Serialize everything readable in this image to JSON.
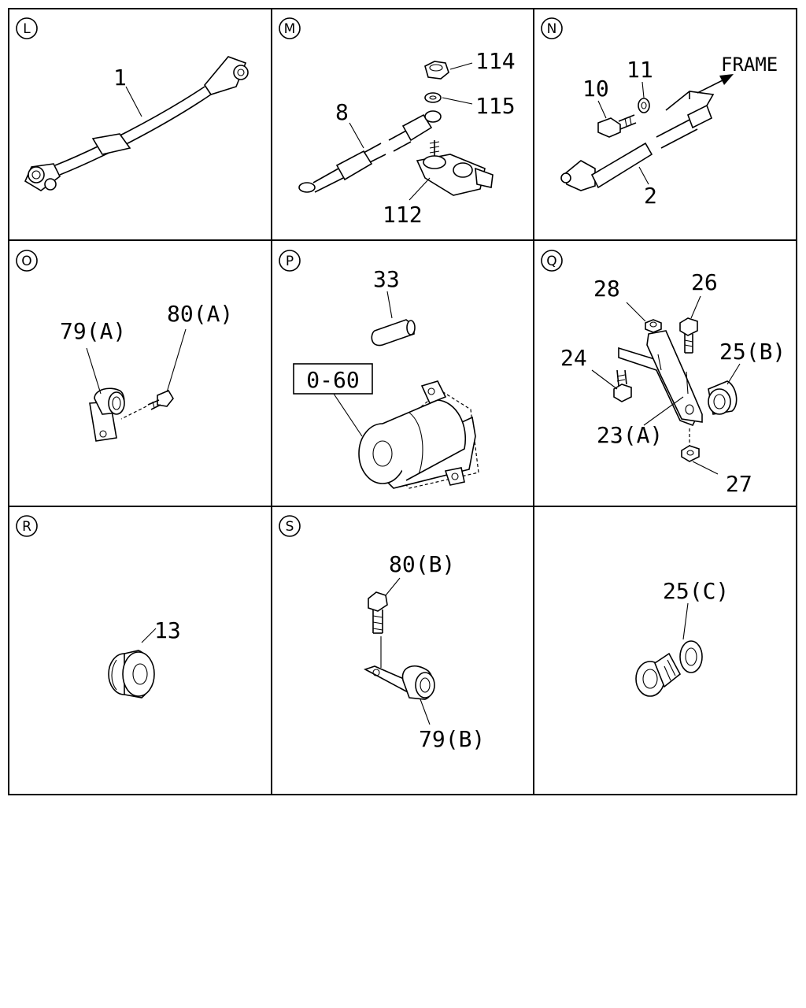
{
  "panels": [
    {
      "letter": "L",
      "callouts": [
        {
          "id": "c1",
          "text": "1"
        }
      ]
    },
    {
      "letter": "M",
      "callouts": [
        {
          "id": "c8",
          "text": "8"
        },
        {
          "id": "c114",
          "text": "114"
        },
        {
          "id": "c115",
          "text": "115"
        },
        {
          "id": "c112",
          "text": "112"
        }
      ]
    },
    {
      "letter": "N",
      "callouts": [
        {
          "id": "c10",
          "text": "10"
        },
        {
          "id": "c11",
          "text": "11"
        },
        {
          "id": "c2",
          "text": "2"
        }
      ],
      "frame_label": "FRAME"
    },
    {
      "letter": "O",
      "callouts": [
        {
          "id": "c79a",
          "text": "79(A)"
        },
        {
          "id": "c80a",
          "text": "80(A)"
        }
      ]
    },
    {
      "letter": "P",
      "callouts": [
        {
          "id": "c33",
          "text": "33"
        }
      ],
      "ref_box": "0-60"
    },
    {
      "letter": "Q",
      "callouts": [
        {
          "id": "c28",
          "text": "28"
        },
        {
          "id": "c26",
          "text": "26"
        },
        {
          "id": "c24",
          "text": "24"
        },
        {
          "id": "c25b",
          "text": "25(B)"
        },
        {
          "id": "c23a",
          "text": "23(A)"
        },
        {
          "id": "c27",
          "text": "27"
        }
      ]
    },
    {
      "letter": "R",
      "callouts": [
        {
          "id": "c13",
          "text": "13"
        }
      ]
    },
    {
      "letter": "S",
      "callouts": [
        {
          "id": "c80b",
          "text": "80(B)"
        },
        {
          "id": "c79b",
          "text": "79(B)"
        }
      ]
    },
    {
      "letter": "",
      "callouts": [
        {
          "id": "c25c",
          "text": "25(C)"
        }
      ]
    }
  ]
}
